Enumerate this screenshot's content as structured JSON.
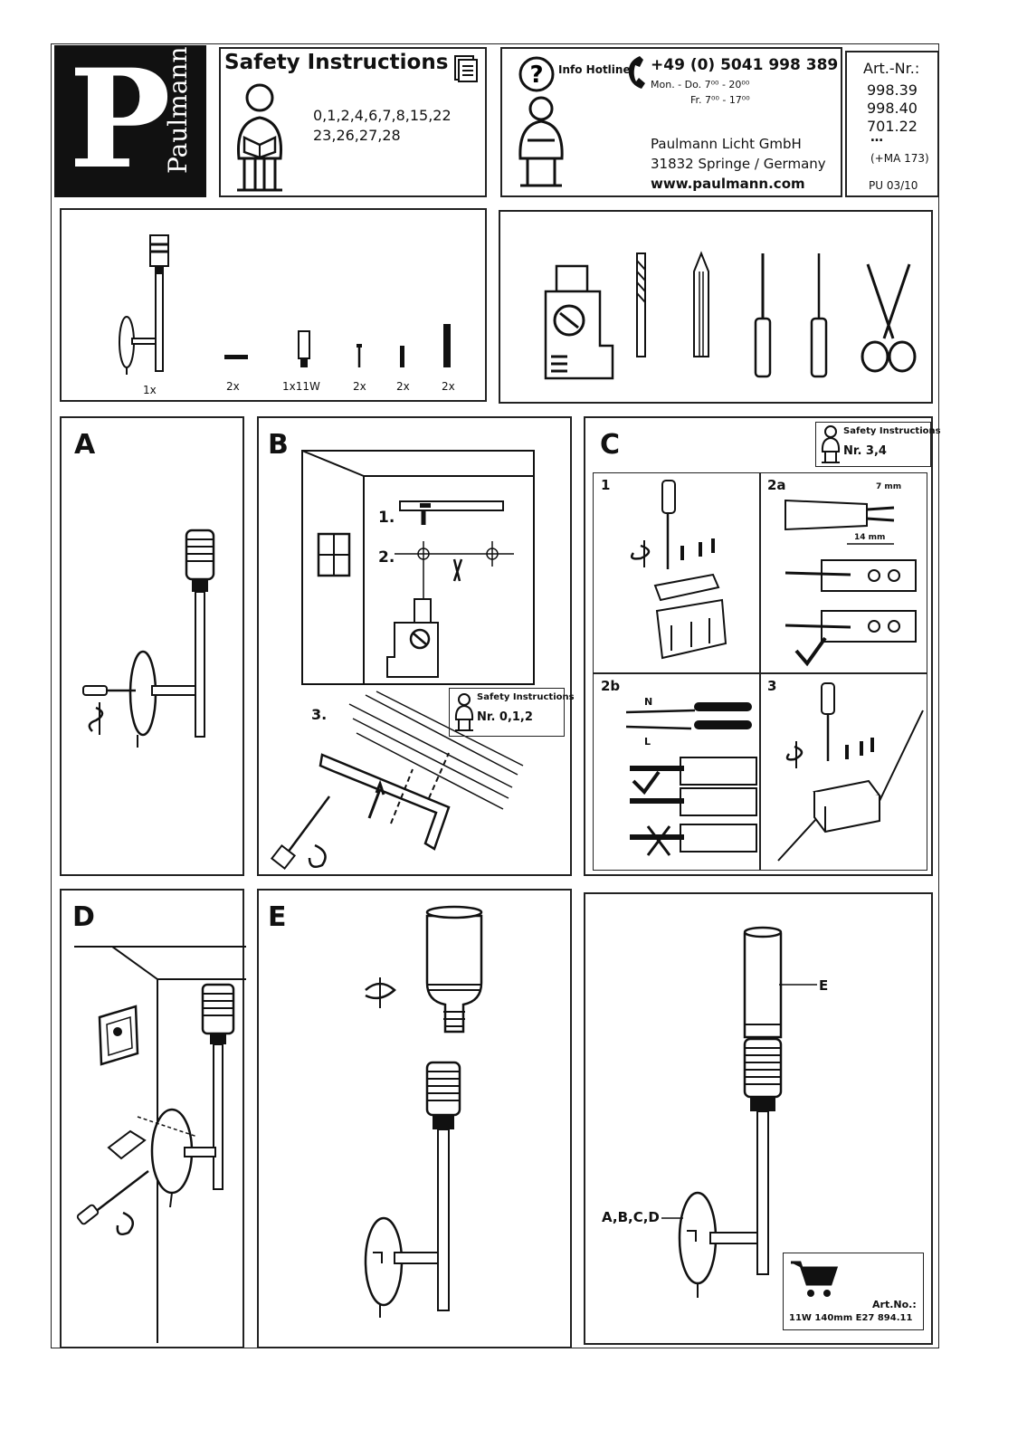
{
  "brand": {
    "letter": "P",
    "name": "Paulmann"
  },
  "safety": {
    "title": "Safety Instructions",
    "numbers_line1": "0,1,2,4,6,7,8,15,22",
    "numbers_line2": "23,26,27,28"
  },
  "hotline": {
    "label": "Info Hotline",
    "phone": "+49 (0) 5041 998 389",
    "hours_weekday": "Mon. - Do. 7⁰⁰ - 20⁰⁰",
    "hours_friday": "Fr.  7⁰⁰ - 17⁰⁰",
    "company": "Paulmann Licht GmbH",
    "address": "31832 Springe / Germany",
    "website": "www.paulmann.com"
  },
  "article": {
    "header": "Art.-Nr.:",
    "numbers": [
      "998.39",
      "998.40",
      "701.22"
    ],
    "ellipsis": "…",
    "ma": "(+MA 173)",
    "pu": "PU 03/10"
  },
  "parts": {
    "quantities": [
      "1x",
      "2x",
      "1x11W",
      "2x",
      "2x",
      "2x"
    ]
  },
  "panels": {
    "a": "A",
    "b": "B",
    "c": "C",
    "d": "D",
    "e": "E",
    "b_steps": [
      "1.",
      "2.",
      "3."
    ],
    "b_safety_title": "Safety Instructions",
    "b_safety_nr": "Nr. 0,1,2",
    "c_safety_title": "Safety Instructions",
    "c_safety_nr": "Nr. 3,4",
    "c_sub": [
      "1",
      "2a",
      "2b",
      "3"
    ],
    "c_dim_7": "7 mm",
    "c_dim_14": "14 mm",
    "c_label_n": "N",
    "c_label_l": "L",
    "final_label_e": "E",
    "final_label_abcd": "A,B,C,D",
    "art_no_label": "Art.No.:",
    "art_no_value": "11W 140mm E27 894.11"
  }
}
